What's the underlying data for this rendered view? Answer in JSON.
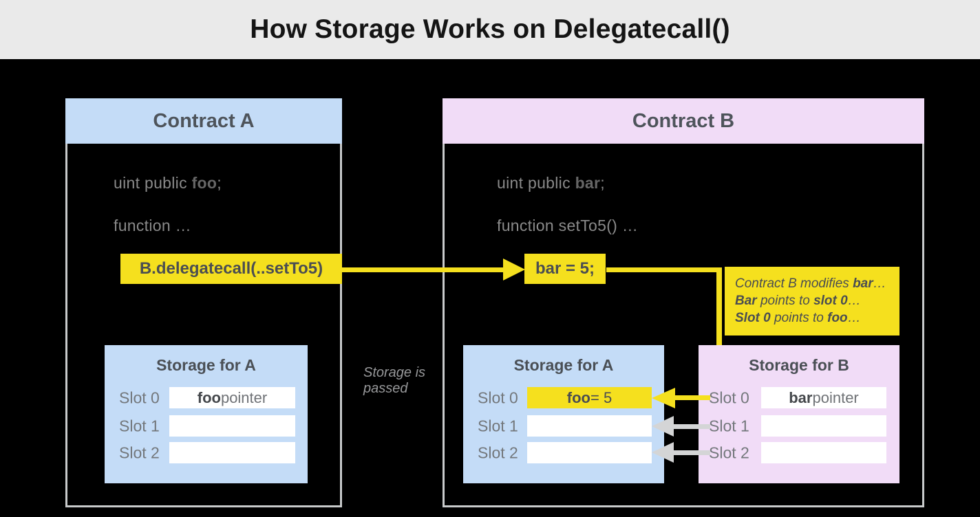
{
  "title": "How Storage Works on Delegatecall()",
  "colors": {
    "accent_yellow": "#F5E01E",
    "contract_a_blue": "#C4DCF7",
    "contract_b_pink": "#F1DCF7",
    "titlebar_gray": "#EAEAEA",
    "arrow_gray": "#D4D5D6"
  },
  "contract_a": {
    "title": "Contract A",
    "code1_pre": "uint public ",
    "code1_bold": "foo",
    "code1_post": ";",
    "code2": "function …",
    "call_label": "B.delegatecall(..setTo5)"
  },
  "contract_b": {
    "title": "Contract B",
    "code1_pre": "uint public ",
    "code1_bold": "bar",
    "code1_post": ";",
    "code2": "function setTo5() …",
    "assign_label": "bar = 5;"
  },
  "note": {
    "line1": {
      "a": "Contract B modifies ",
      "b": "bar",
      "c": "…"
    },
    "line2": {
      "b": "Bar",
      "c": " points to ",
      "d": "slot 0",
      "e": "…"
    },
    "line3": {
      "b": "Slot 0",
      "c": " points to ",
      "d": "foo",
      "e": "…"
    }
  },
  "passed_note": "Storage is\npassed",
  "storage_a_left": {
    "title": "Storage for A",
    "slots": [
      {
        "label": "Slot 0",
        "value_bold": "foo",
        "value_rest": " pointer"
      },
      {
        "label": "Slot 1"
      },
      {
        "label": "Slot 2"
      }
    ]
  },
  "storage_a_mid": {
    "title": "Storage for A",
    "slots": [
      {
        "label": "Slot 0",
        "value_bold": "foo",
        "value_rest": " = 5"
      },
      {
        "label": "Slot 1"
      },
      {
        "label": "Slot 2"
      }
    ]
  },
  "storage_b": {
    "title": "Storage for B",
    "slots": [
      {
        "label": "Slot 0",
        "value_bold": "bar",
        "value_rest": " pointer"
      },
      {
        "label": "Slot 1"
      },
      {
        "label": "Slot 2"
      }
    ]
  }
}
